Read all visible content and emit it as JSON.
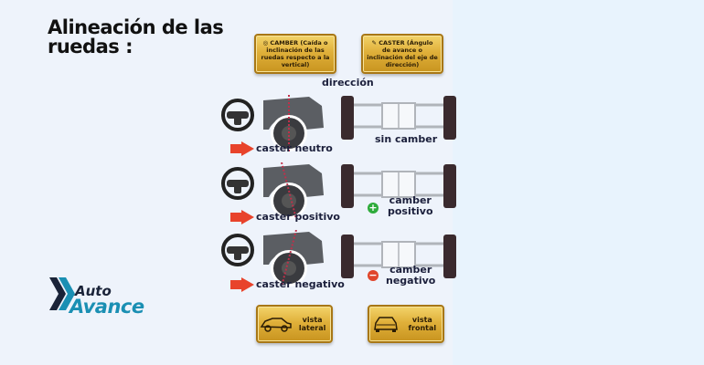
{
  "title": {
    "line1": "Alineación de las",
    "line2": "ruedas :"
  },
  "header_badges": {
    "camber": "◎ CAMBER (Caída o inclinación de las ruedas respecto a la vertical)",
    "caster": "✎ CASTER (Ángulo de avance o inclinación del eje de dirección)"
  },
  "direction_label": "dirección",
  "rows": [
    {
      "caster_label": "caster neutro",
      "camber_label": "sin camber",
      "camber_sign": ""
    },
    {
      "caster_label": "caster positivo",
      "camber_label_1": "camber",
      "camber_label_2": "positivo",
      "camber_sign": "+"
    },
    {
      "caster_label": "caster negativo",
      "camber_label_1": "camber",
      "camber_label_2": "negativo",
      "camber_sign": "−"
    }
  ],
  "footer_badges": {
    "lateral": {
      "line1": "vista",
      "line2": "lateral"
    },
    "frontal": {
      "line1": "vista",
      "line2": "frontal"
    }
  },
  "logo": {
    "top": "Auto",
    "bottom": "Avance"
  },
  "colors": {
    "gold": "#e0b03a",
    "arrow_red": "#e8432b",
    "positive_green": "#2eab3b",
    "negative_red": "#e0452b",
    "logo_blue": "#1a8fb3",
    "text_dark": "#1b1f3b"
  }
}
